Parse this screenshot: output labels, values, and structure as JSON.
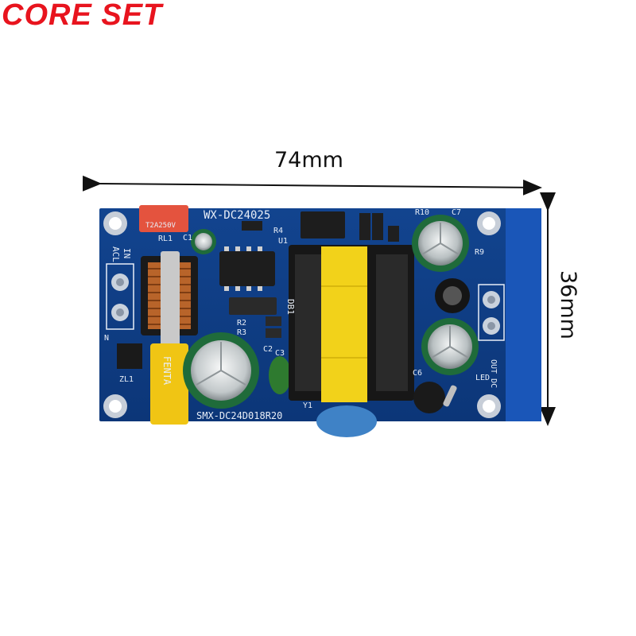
{
  "brand": {
    "text": "CORE SET",
    "color": "#e8141e"
  },
  "dimensions": {
    "width_label": "74mm",
    "height_label": "36mm"
  },
  "board": {
    "model_label": "WX-DC24025",
    "batch_label": "SMX-DC24D018R20",
    "fuse_label": "T2A250V",
    "x_cap_label": "FENTA",
    "ref_labels": {
      "rl1": "RL1",
      "c1": "C1",
      "u1": "U1",
      "r4": "R4",
      "r10": "R10",
      "c7": "C7",
      "r9": "R9",
      "db1": "DB1",
      "r2": "R2",
      "r3": "R3",
      "c2": "C2",
      "c3": "C3",
      "c6": "C6",
      "y1": "Y1",
      "zl1": "ZL1",
      "n": "N",
      "led": "LED",
      "out_dc": "OUT DC",
      "acl": "ACL",
      "in": "IN"
    },
    "colors": {
      "pcb": "#0f3f8e",
      "pcb_edge": "#1a56b8",
      "copper_pad": "#c9d2dd",
      "transformer_core": "#f2d21a",
      "x_cap": "#f0c514",
      "cap_sleeve": "#1f6b3a",
      "y_cap": "#3f82c6"
    }
  }
}
